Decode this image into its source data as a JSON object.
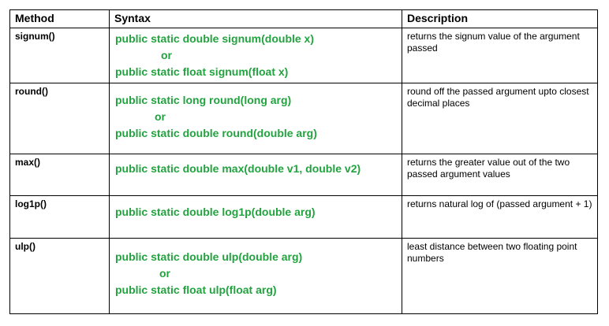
{
  "headers": {
    "method": "Method",
    "syntax": "Syntax",
    "description": "Description"
  },
  "rows": [
    {
      "method": "signum()",
      "syntax": [
        "public static double signum(double  x)",
        "or",
        "public static float  signum(float  x)"
      ],
      "description": "returns the  signum value  of the argument passed"
    },
    {
      "method": "round()",
      "syntax": [
        "public static long  round(long  arg)",
        "or",
        "public static double  round(double  arg)"
      ],
      "description": "round off the passed argument upto closest decimal places"
    },
    {
      "method": "max()",
      "syntax": [
        "public static double  max(double  v1, double  v2)"
      ],
      "description": "returns the  greater value out of the two passed argument values"
    },
    {
      "method": "log1p()",
      "syntax": [
        "public static double  log1p(double  arg)"
      ],
      "description": "returns  natural  log of (passed argument + 1)"
    },
    {
      "method": "ulp()",
      "syntax": [
        "public static double  ulp(double  arg)",
        "or",
        "public static float  ulp(float  arg)"
      ],
      "description": "least distance between  two  floating point numbers"
    }
  ]
}
